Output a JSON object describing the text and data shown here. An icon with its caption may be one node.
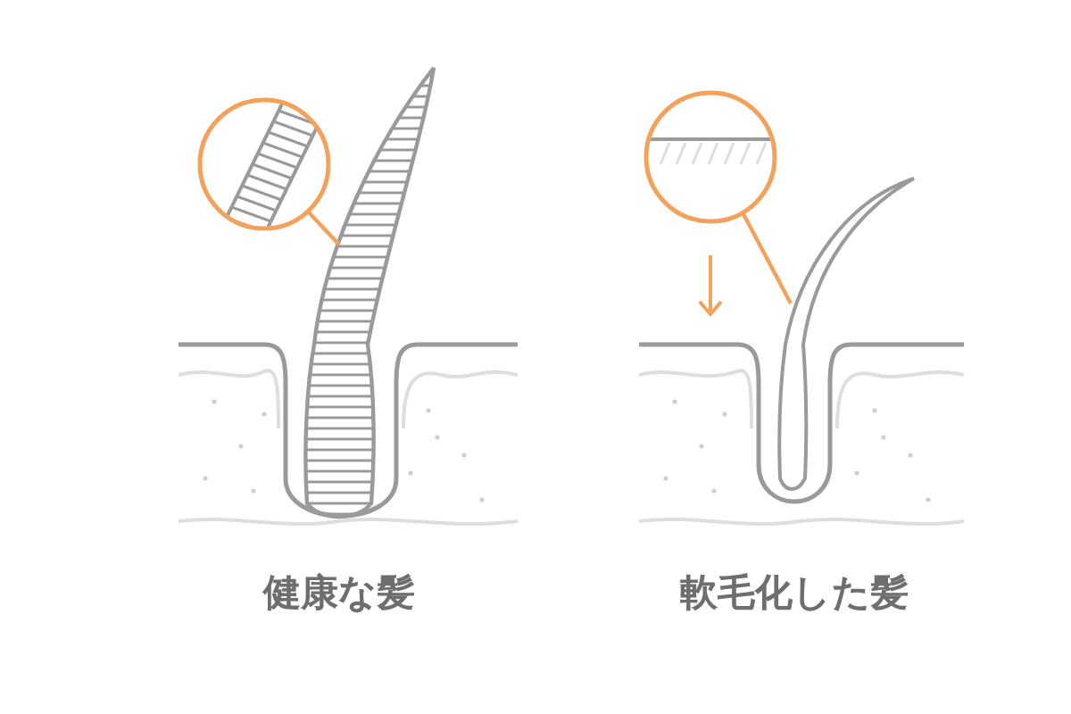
{
  "diagram": {
    "nodes": [
      {
        "text": [],
        "shape": "picture"
      },
      {
        "text": [],
        "shape": "picture"
      },
      {
        "text": [],
        "shape": "picture"
      },
      {
        "text": [],
        "shape": "picture"
      }
    ],
    "edges": [
      {
        "from": 0,
        "to": 1,
        "arrow": "none"
      },
      {
        "from": 2,
        "to": 3,
        "arrow": "none"
      }
    ],
    "labels": [
      "健康な髪",
      "軟毛化した髪"
    ]
  }
}
